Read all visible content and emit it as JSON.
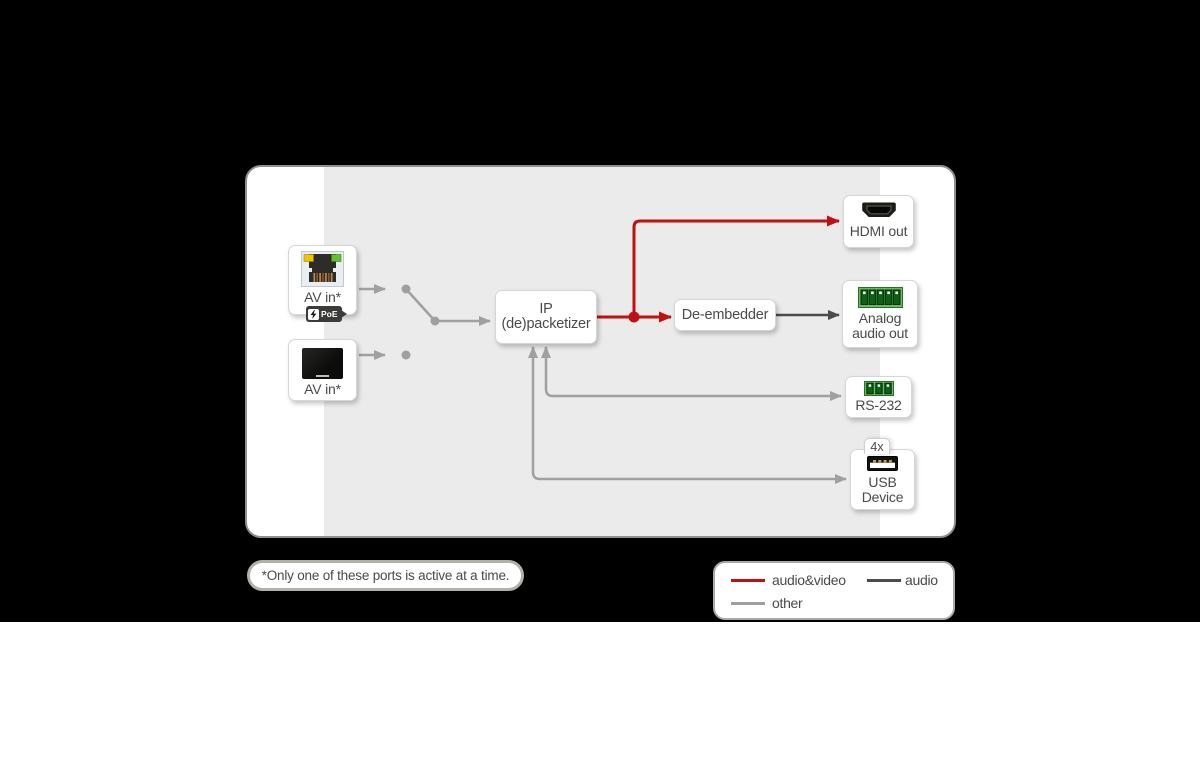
{
  "colors": {
    "av": "#bf1012",
    "audio": "#4b4b4b",
    "other": "#a0a0a0",
    "bg_black": "#000000",
    "panel_bg": "#ffffff",
    "band_bg": "#ebebeb",
    "text": "#4a4a4a",
    "green_connector": "#6cba5e",
    "green_cell": "#0b6114",
    "led_yellow": "#f2c400",
    "led_green": "#63c22e"
  },
  "nodes": {
    "av_in_1": {
      "label": "AV in*",
      "badge": "PoE",
      "icon": "rj45-ethernet-port-icon"
    },
    "av_in_2": {
      "label": "AV in*",
      "icon": "media-port-icon"
    },
    "ip_packetizer": {
      "line1": "IP",
      "line2": "(de)packetizer"
    },
    "de_embedder": {
      "label": "De-embedder"
    },
    "hdmi_out": {
      "label": "HDMI out",
      "icon": "hdmi-connector-icon"
    },
    "analog_audio_out": {
      "line1": "Analog",
      "line2": "audio out",
      "icon": "5-pin-terminal-block-icon"
    },
    "rs232": {
      "label": "RS-232",
      "icon": "3-pin-terminal-block-icon"
    },
    "usb_device": {
      "badge": "4x",
      "line1": "USB",
      "line2": "Device",
      "icon": "usb-a-port-icon"
    }
  },
  "connections": [
    {
      "from": "av_in_1",
      "to": "switch",
      "type": "other",
      "note": "switch arm closed on this input"
    },
    {
      "from": "av_in_2",
      "to": "switch",
      "type": "other",
      "note": "switch open on this input"
    },
    {
      "from": "switch",
      "to": "ip_packetizer",
      "type": "other"
    },
    {
      "from": "ip_packetizer",
      "to": "hdmi_out",
      "type": "audio&video"
    },
    {
      "from": "ip_packetizer",
      "to": "de_embedder",
      "type": "audio&video"
    },
    {
      "from": "de_embedder",
      "to": "analog_audio_out",
      "type": "audio"
    },
    {
      "from": "ip_packetizer",
      "to": "rs232",
      "type": "other",
      "bidirectional": true
    },
    {
      "from": "ip_packetizer",
      "to": "usb_device",
      "type": "other",
      "bidirectional": true
    }
  ],
  "note": {
    "text": "*Only one of these ports is active at a time."
  },
  "legend": {
    "items": [
      {
        "label": "audio&video",
        "color": "#bf1012"
      },
      {
        "label": "audio",
        "color": "#4b4b4b"
      },
      {
        "label": "other",
        "color": "#a0a0a0"
      }
    ]
  }
}
